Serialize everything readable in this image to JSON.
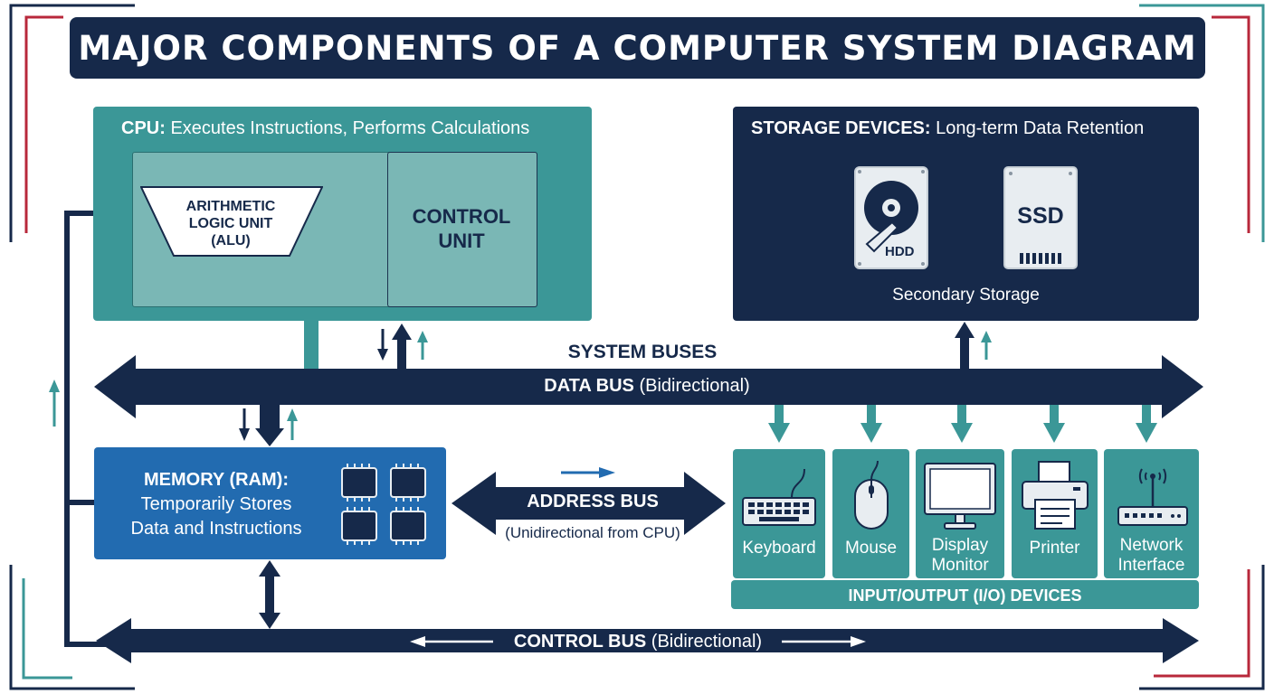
{
  "title": "MAJOR COMPONENTS OF A COMPUTER SYSTEM DIAGRAM",
  "cpu": {
    "title_bold": "CPU:",
    "title_rest": " Executes Instructions, Performs Calculations",
    "alu_label": [
      "ARITHMETIC",
      "LOGIC UNIT",
      "(ALU)"
    ],
    "control_unit_label": [
      "CONTROL",
      "UNIT"
    ]
  },
  "storage": {
    "title_bold": "STORAGE DEVICES:",
    "title_rest": " Long-term Data Retention",
    "hdd_label": "HDD",
    "ssd_label": "SSD",
    "subtitle": "Secondary Storage"
  },
  "buses": {
    "system_buses": "SYSTEM BUSES",
    "data_bus_bold": "DATA BUS",
    "data_bus_rest": " (Bidirectional)",
    "address_bus": "ADDRESS BUS",
    "address_bus_sub": "(Unidirectional from CPU)",
    "control_bus_bold": "CONTROL BUS",
    "control_bus_rest": " (Bidirectional)"
  },
  "memory": {
    "title": "MEMORY (RAM):",
    "line2": "Temporarily Stores",
    "line3": "Data and Instructions"
  },
  "io": {
    "label": "INPUT/OUTPUT (I/O) DEVICES",
    "devices": [
      {
        "label": [
          "Keyboard"
        ],
        "icon": "keyboard-icon"
      },
      {
        "label": [
          "Mouse"
        ],
        "icon": "mouse-icon"
      },
      {
        "label": [
          "Display",
          "Monitor"
        ],
        "icon": "monitor-icon"
      },
      {
        "label": [
          "Printer"
        ],
        "icon": "printer-icon"
      },
      {
        "label": [
          "Network",
          "Interface"
        ],
        "icon": "router-icon"
      }
    ]
  },
  "colors": {
    "navy": "#16294a",
    "teal": "#3b9797",
    "light_teal": "#7ab7b5",
    "memory_blue": "#226bb0",
    "accent_red": "#b8283b"
  }
}
